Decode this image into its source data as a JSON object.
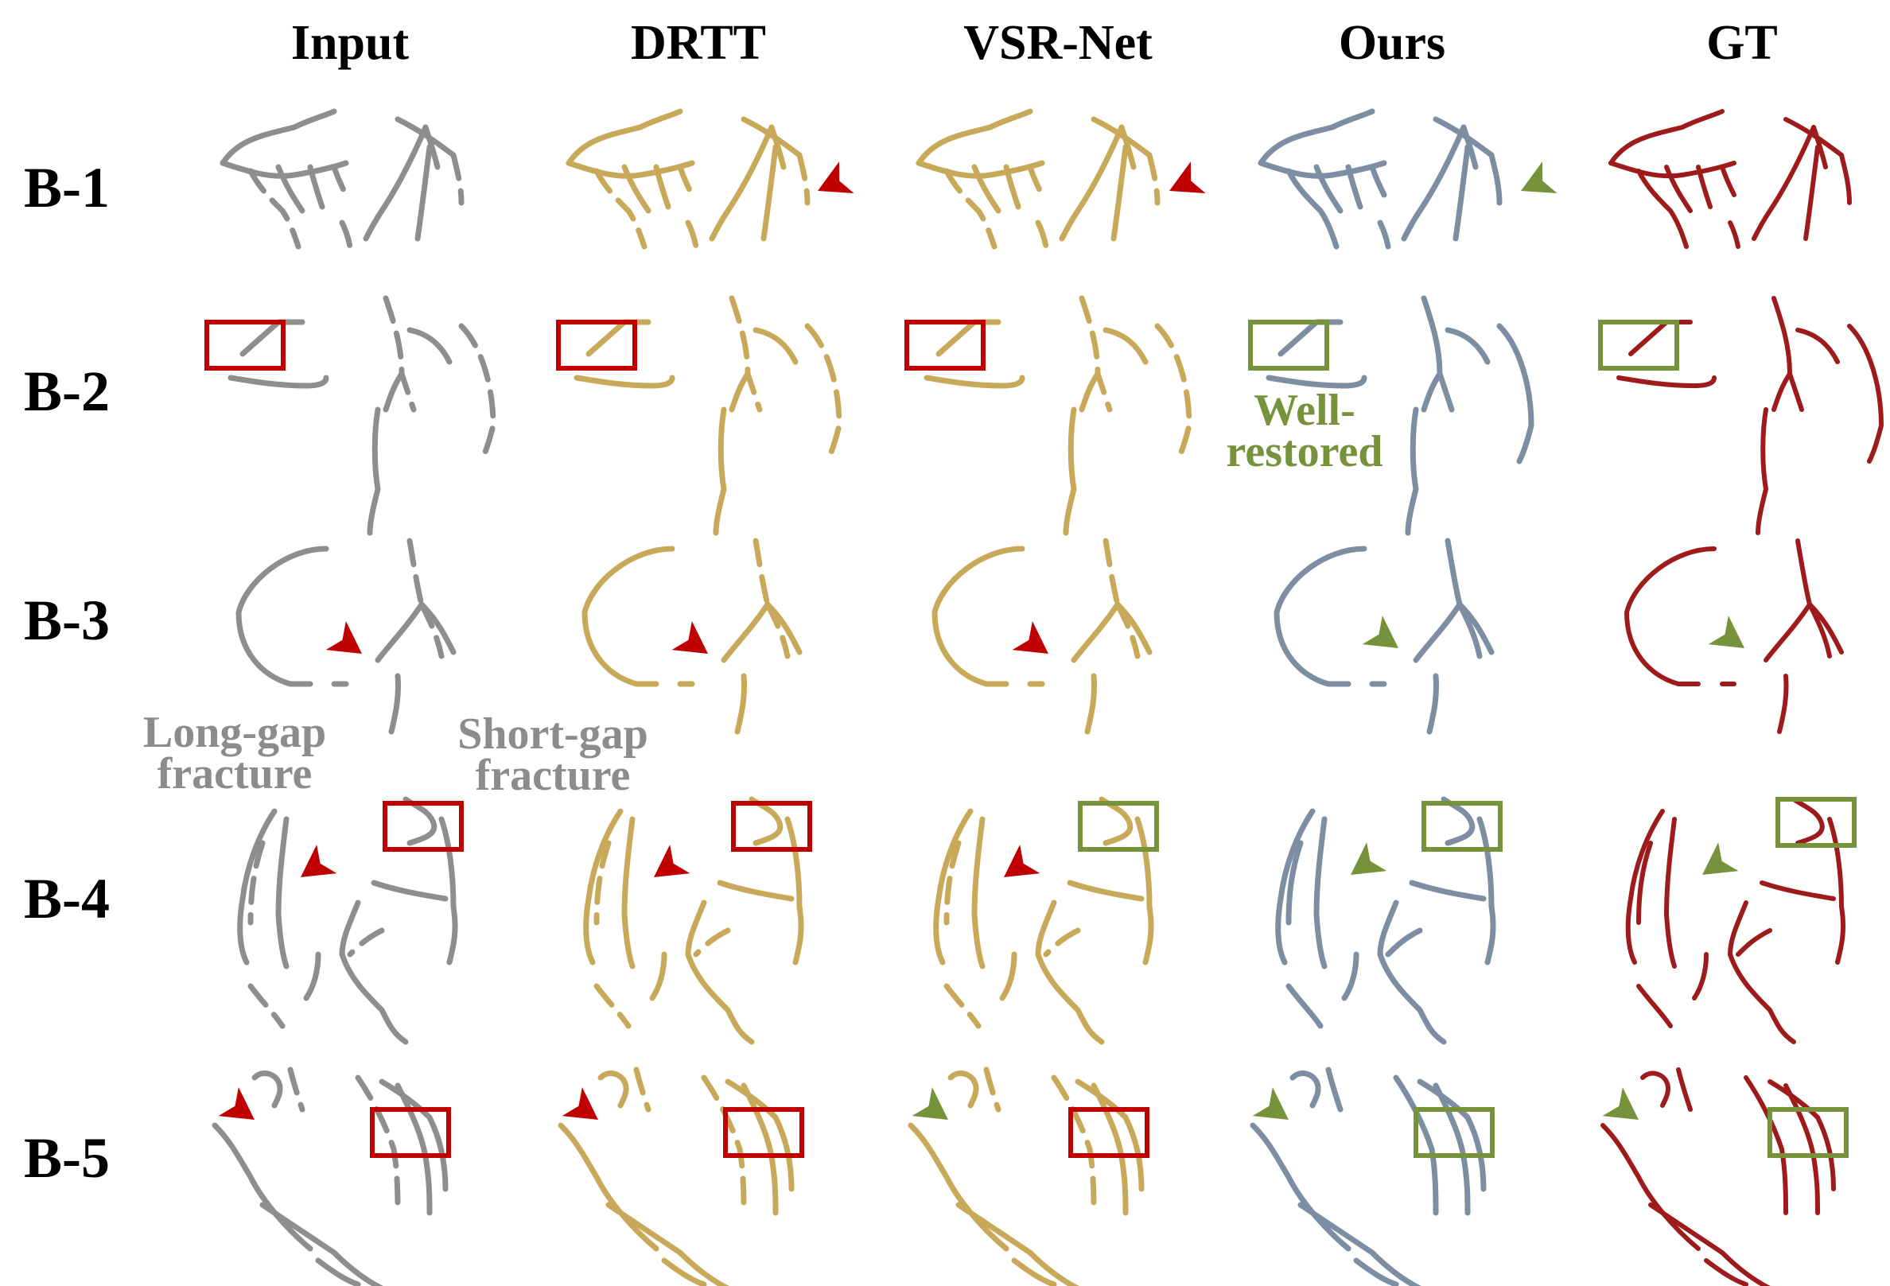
{
  "columns": [
    "Input",
    "DRTT",
    "VSR-Net",
    "Ours",
    "GT"
  ],
  "rows": [
    "B-1",
    "B-2",
    "B-3",
    "B-4",
    "B-5"
  ],
  "vessel_colors": {
    "Input": "#8e8e8e",
    "DRTT": "#c8a95a",
    "VSR-Net": "#c8a95a",
    "Ours": "#7d8ea3",
    "GT": "#9e1b1b"
  },
  "marker_colors": {
    "bad": "#c00000",
    "good": "#76933c"
  },
  "annotations": {
    "long_gap": [
      "Long-gap",
      "fracture"
    ],
    "short_gap": [
      "Short-gap",
      "fracture"
    ],
    "well_restored": [
      "Well-",
      "restored"
    ]
  },
  "annotation_colors": {
    "gray": "#8c8c8c",
    "green": "#76933c"
  }
}
